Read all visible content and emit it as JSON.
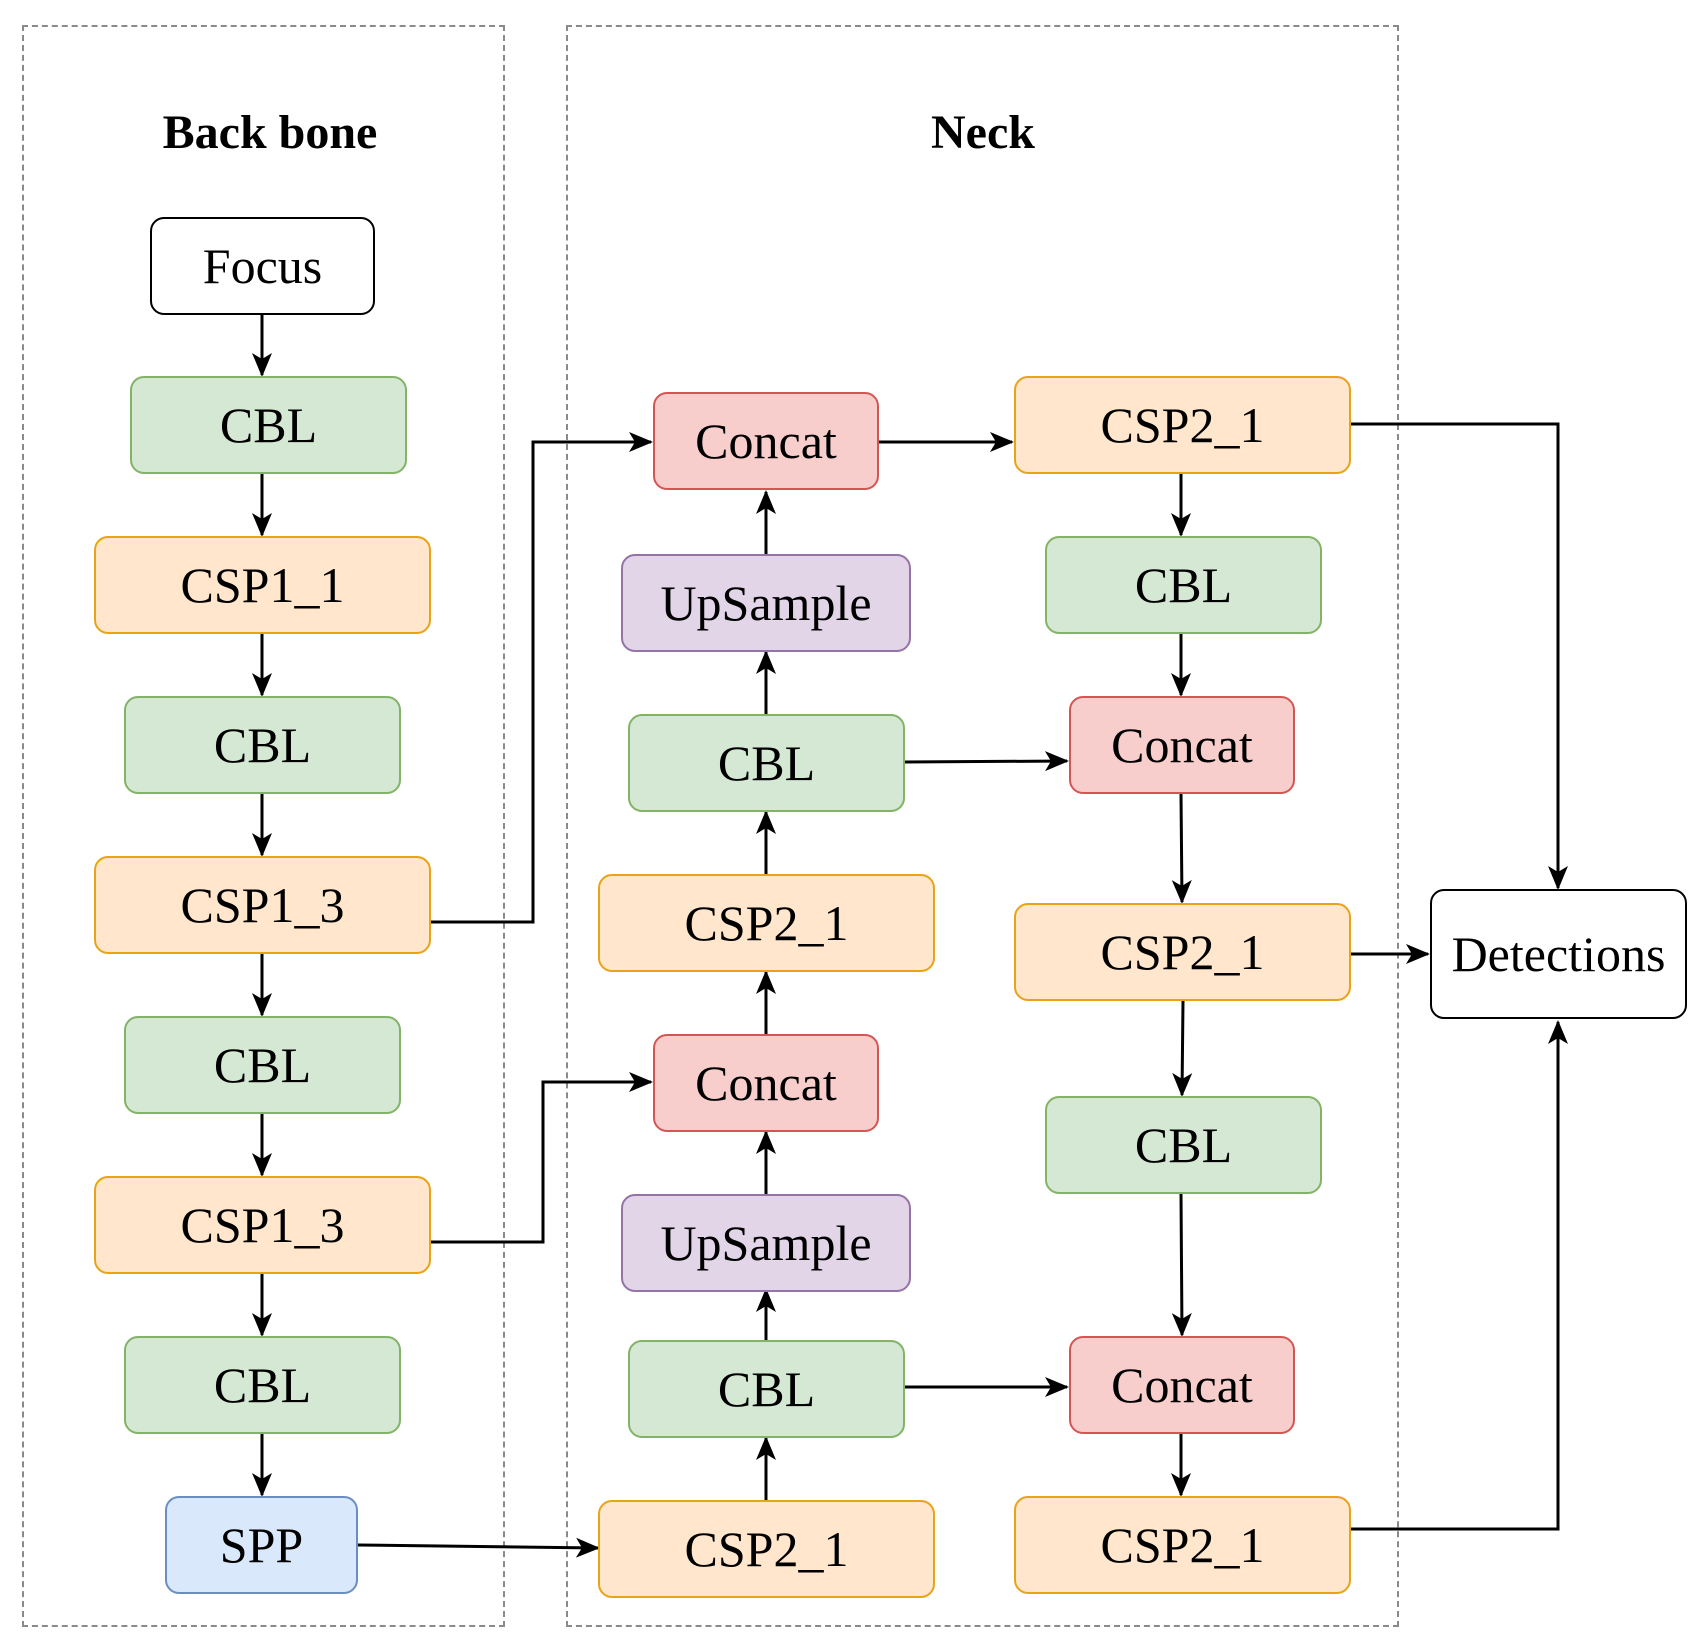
{
  "panels": {
    "backbone_title": "Back bone",
    "neck_title": "Neck"
  },
  "nodes": {
    "focus": "Focus",
    "b_cbl1": "CBL",
    "b_csp1_1": "CSP1_1",
    "b_cbl2": "CBL",
    "b_csp1_3a": "CSP1_3",
    "b_cbl3": "CBL",
    "b_csp1_3b": "CSP1_3",
    "b_cbl4": "CBL",
    "spp": "SPP",
    "n_concat1": "Concat",
    "n_upsample1": "UpSample",
    "n_cbl1": "CBL",
    "n_csp2_1a": "CSP2_1",
    "n_concat2": "Concat",
    "n_upsample2": "UpSample",
    "n_cbl2": "CBL",
    "n_csp2_1b": "CSP2_1",
    "r_csp2_1a": "CSP2_1",
    "r_cbl1": "CBL",
    "r_concat1": "Concat",
    "r_csp2_1b": "CSP2_1",
    "r_cbl2": "CBL",
    "r_concat2": "Concat",
    "r_csp2_1c": "CSP2_1",
    "detections": "Detections"
  },
  "colors": {
    "green_fill": "#d5e8d4",
    "orange_fill": "#ffe6cc",
    "red_fill": "#f8cecc",
    "purple_fill": "#e1d5e7",
    "blue_fill": "#dae8fc"
  }
}
